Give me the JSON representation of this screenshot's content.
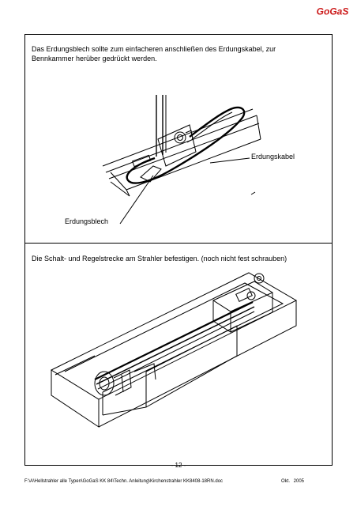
{
  "header": {
    "logo_text": "GoGaS",
    "logo_color": "#cc1a1a"
  },
  "section1": {
    "caption": "Das Erdungsblech sollte zum einfacheren anschließen des Erdungskabel, zur\nBennkammer herüber gedrückt werden.",
    "label_cable": "Erdungskabel",
    "label_plate": "Erdungsblech"
  },
  "section2": {
    "caption": "Die Schalt- und Regelstrecke am Strahler befestigen. (noch nicht fest schrauben)"
  },
  "footer": {
    "page_number": "- 12 -",
    "file_path": "F:\\A\\Hellstrahler alle Typen\\GoGaS KK 84\\Techn. Anleitung\\Kirchenstrahler KK8408-18RN.doc",
    "date": "Okt. 2005"
  }
}
